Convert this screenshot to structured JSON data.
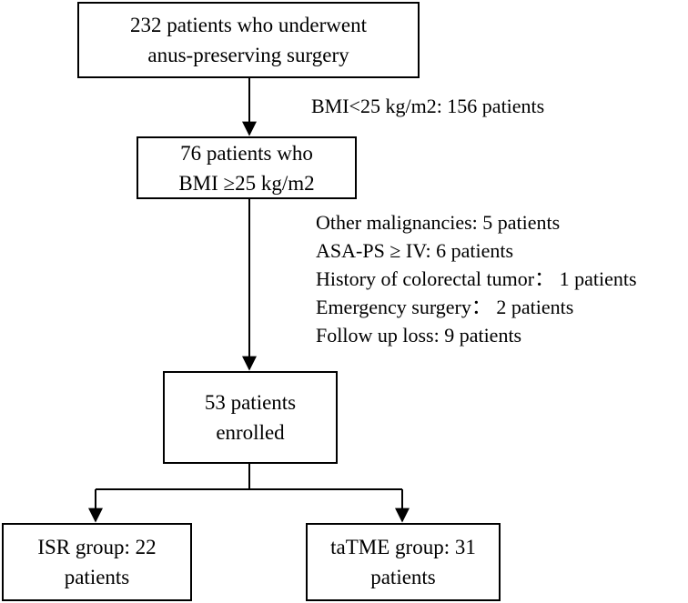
{
  "boxes": {
    "start": {
      "lines": [
        "232 patients who underwent",
        "anus-preserving surgery"
      ]
    },
    "bmi": {
      "lines": [
        "76 patients who",
        "BMI ≥25 kg/m2"
      ]
    },
    "enrolled": {
      "lines": [
        "53 patients",
        "enrolled"
      ]
    },
    "isr": {
      "lines": [
        "ISR group: 22",
        "patients"
      ]
    },
    "tatme": {
      "lines": [
        "taTME group: 31",
        "patients"
      ]
    }
  },
  "exclusions": {
    "first": [
      "BMI<25 kg/m2: 156 patients"
    ],
    "second": [
      "Other malignancies: 5 patients",
      "ASA-PS  ≥ IV: 6 patients",
      "History of colorectal tumor： 1 patients",
      "Emergency surgery：  2 patients",
      "Follow up loss: 9 patients"
    ]
  }
}
